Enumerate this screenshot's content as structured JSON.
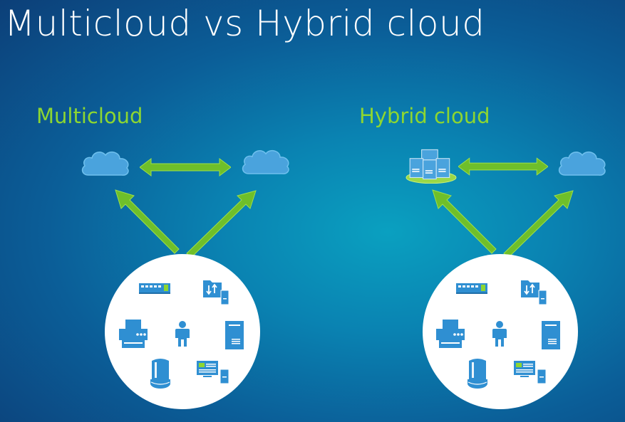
{
  "slide": {
    "title": "Multicloud vs Hybrid cloud"
  },
  "panels": {
    "multicloud": {
      "label": "Multicloud"
    },
    "hybrid": {
      "label": "Hybrid cloud"
    }
  },
  "colors": {
    "background": "#0a7fb0",
    "accent_green": "#8dd631",
    "arrow_green": "#6fbf2a",
    "cloud_blue": "#4aa3dd",
    "icon_blue": "#2f8fd2",
    "circle": "#ffffff"
  },
  "icons": [
    "cloud-icon",
    "datacenter-icon",
    "network-switch-icon",
    "file-server-icon",
    "printer-icon",
    "user-icon",
    "server-tower-icon",
    "database-icon",
    "workstation-icon"
  ]
}
